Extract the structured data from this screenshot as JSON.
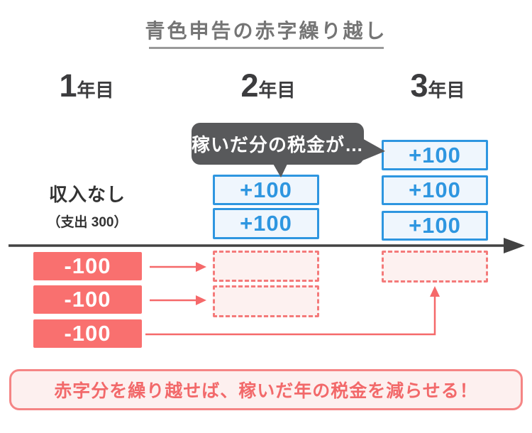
{
  "title": "青色申告の赤字繰り越し",
  "years": [
    {
      "number": "1",
      "suffix": "年目"
    },
    {
      "number": "2",
      "suffix": "年目"
    },
    {
      "number": "3",
      "suffix": "年目"
    }
  ],
  "speech_bubble": "稼いだ分の税金が…",
  "year1_label": {
    "line1": "収入なし",
    "line2": "（支出 300）"
  },
  "boxes": {
    "year2_income": [
      "+100",
      "+100"
    ],
    "year3_income": [
      "+100",
      "+100",
      "+100"
    ],
    "year1_loss": [
      "-100",
      "-100",
      "-100"
    ]
  },
  "footer": "赤字分を繰り越せば、稼いだ年の税金を減らせる！",
  "colors": {
    "income_blue": "#2e96e0",
    "income_fill": "#eff6fd",
    "loss_red": "#f9706f",
    "carryover_border": "#f47a7a",
    "carryover_fill": "#fdf1f0",
    "bubble_gray": "#58595b",
    "timeline_dark": "#424242",
    "title_gray": "#757575",
    "footer_red": "#f2696a"
  }
}
